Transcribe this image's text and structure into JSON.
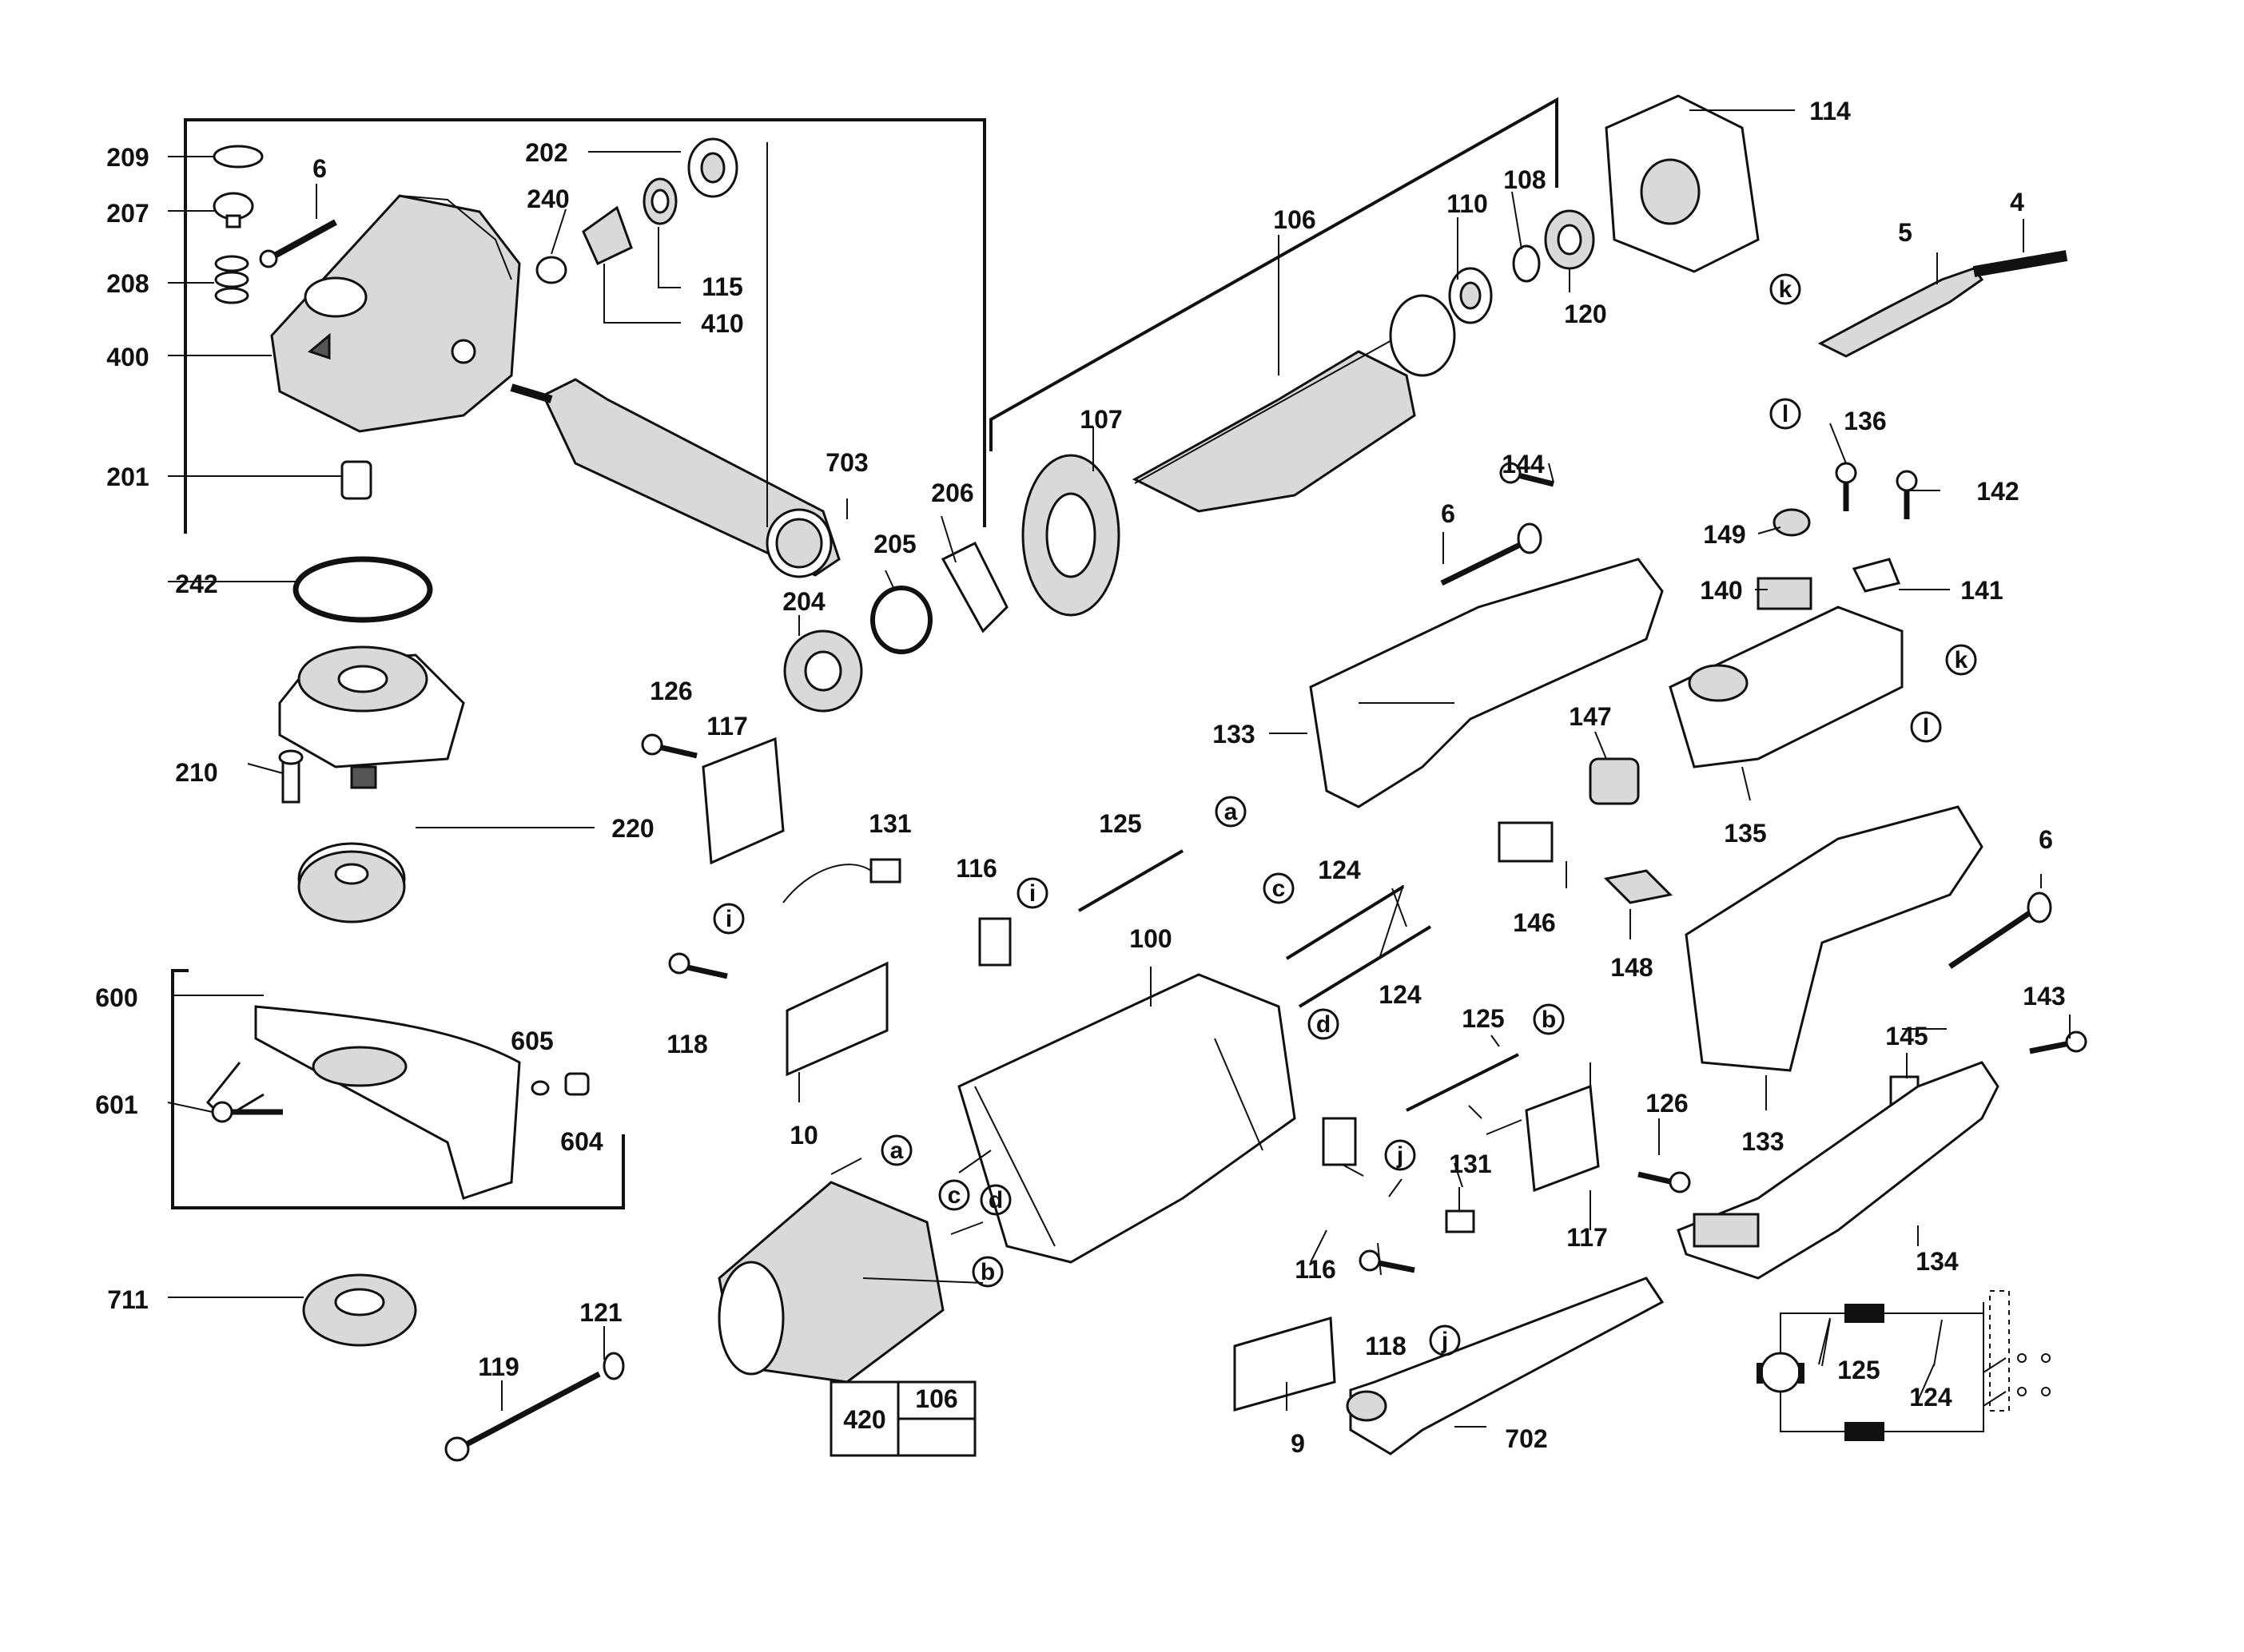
{
  "labels": {
    "l209": "209",
    "l6a": "6",
    "l207": "207",
    "l208": "208",
    "l400": "400",
    "l202": "202",
    "l240": "240",
    "l115": "115",
    "l410": "410",
    "l201": "201",
    "l703": "703",
    "l242": "242",
    "l106a": "106",
    "l110": "110",
    "l108": "108",
    "l114": "114",
    "l120": "120",
    "l107": "107",
    "l206": "206",
    "l205": "205",
    "l204": "204",
    "l210": "210",
    "l220": "220",
    "l600": "600",
    "l605": "605",
    "l601": "601",
    "l604": "604",
    "l711": "711",
    "l119": "119",
    "l121": "121",
    "l126a": "126",
    "l117a": "117",
    "l131a": "131",
    "l116a": "116",
    "l125a": "125",
    "l118a": "118",
    "l100": "100",
    "l10": "10",
    "l9": "9",
    "l702": "702",
    "l116b": "116",
    "l118b": "118",
    "l131b": "131",
    "l124a": "124",
    "l124b": "124",
    "l146": "146",
    "l147": "147",
    "l125b": "125",
    "l126b": "126",
    "l117b": "117",
    "l133a": "133",
    "l6b": "6",
    "l144": "144",
    "l5": "5",
    "l4": "4",
    "l136": "136",
    "l142": "142",
    "l149": "149",
    "l140": "140",
    "l141": "141",
    "l135": "135",
    "l148": "148",
    "l133b": "133",
    "l6c": "6",
    "l143": "143",
    "l145": "145",
    "l134": "134",
    "l125c": "125",
    "l124c": "124",
    "box420": "420",
    "box106": "106"
  },
  "connectors": {
    "a1": "a",
    "a2": "a",
    "b1": "b",
    "b2": "b",
    "c1": "c",
    "c2": "c",
    "d1": "d",
    "d2": "d",
    "i1": "i",
    "i2": "i",
    "j1": "j",
    "j2": "j",
    "k1": "k",
    "k2": "k",
    "l1": "l",
    "l2": "l"
  }
}
